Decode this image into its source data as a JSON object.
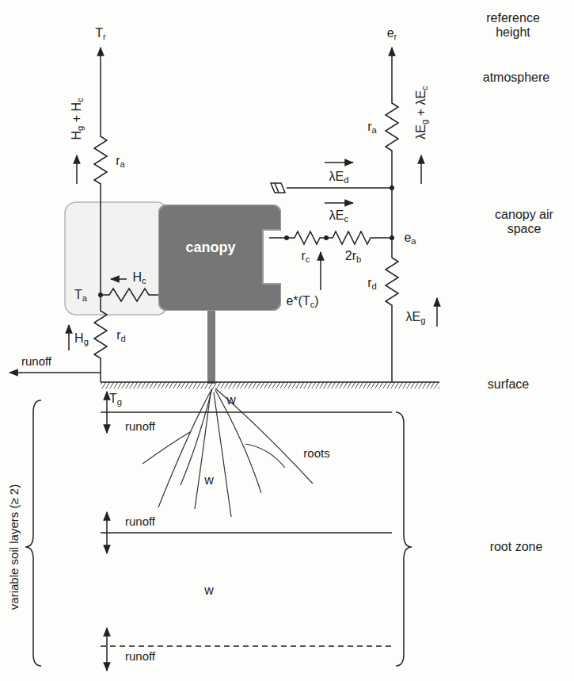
{
  "diagram": {
    "nodes": [
      {
        "text": [
          "canopy"
        ]
      }
    ],
    "labels": [
      "reference height",
      "Tr",
      "er",
      "atmosphere",
      "Hg + Hc",
      "ra",
      "λEg + λEc",
      "ra",
      "λEd",
      "λEc",
      "Hc",
      "Ta",
      "canopy air space",
      "rc",
      "2rb",
      "ea",
      "e*(Tc)",
      "Hg",
      "rd",
      "rd",
      "λEg",
      "runoff",
      "Tg",
      "surface",
      "w",
      "runoff",
      "roots",
      "w",
      "root zone",
      "runoff",
      "w",
      "runoff",
      "variable soil layers (≥ 2)"
    ]
  }
}
